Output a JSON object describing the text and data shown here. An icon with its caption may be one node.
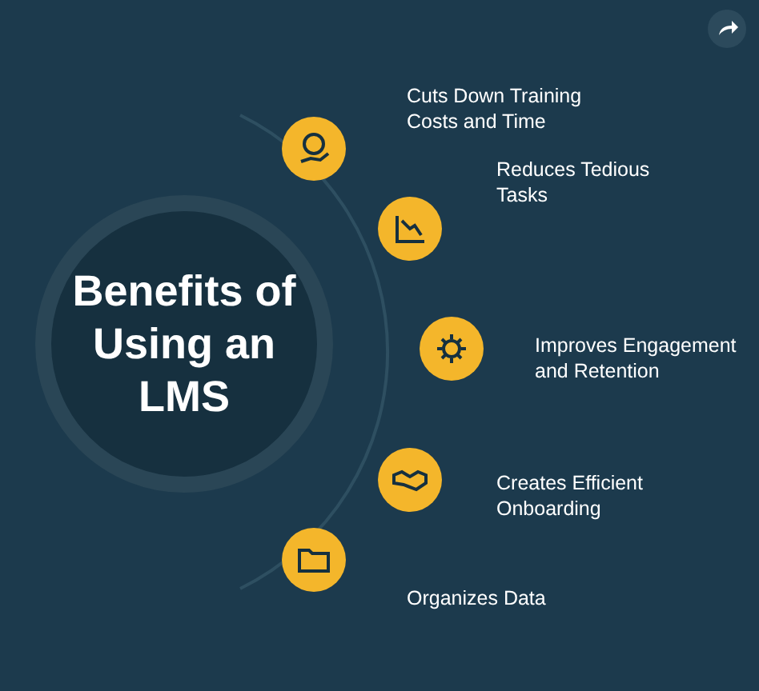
{
  "diagram": {
    "nodes": [
      {
        "text": [
          "Benefits of Using an LMS"
        ]
      },
      {
        "text": [],
        "shape": "circle",
        "beside": [
          "Cuts Down Training Costs and Time"
        ]
      },
      {
        "text": [],
        "shape": "circle",
        "beside": [
          "Reduces Tedious Tasks"
        ]
      },
      {
        "text": [],
        "shape": "circle",
        "beside": [
          "Improves Engagement and Retention"
        ]
      },
      {
        "text": [],
        "shape": "circle",
        "beside": [
          "Creates Efficient Onboarding"
        ]
      },
      {
        "text": [],
        "shape": "circle",
        "beside": [
          "Organizes Data"
        ]
      }
    ]
  }
}
